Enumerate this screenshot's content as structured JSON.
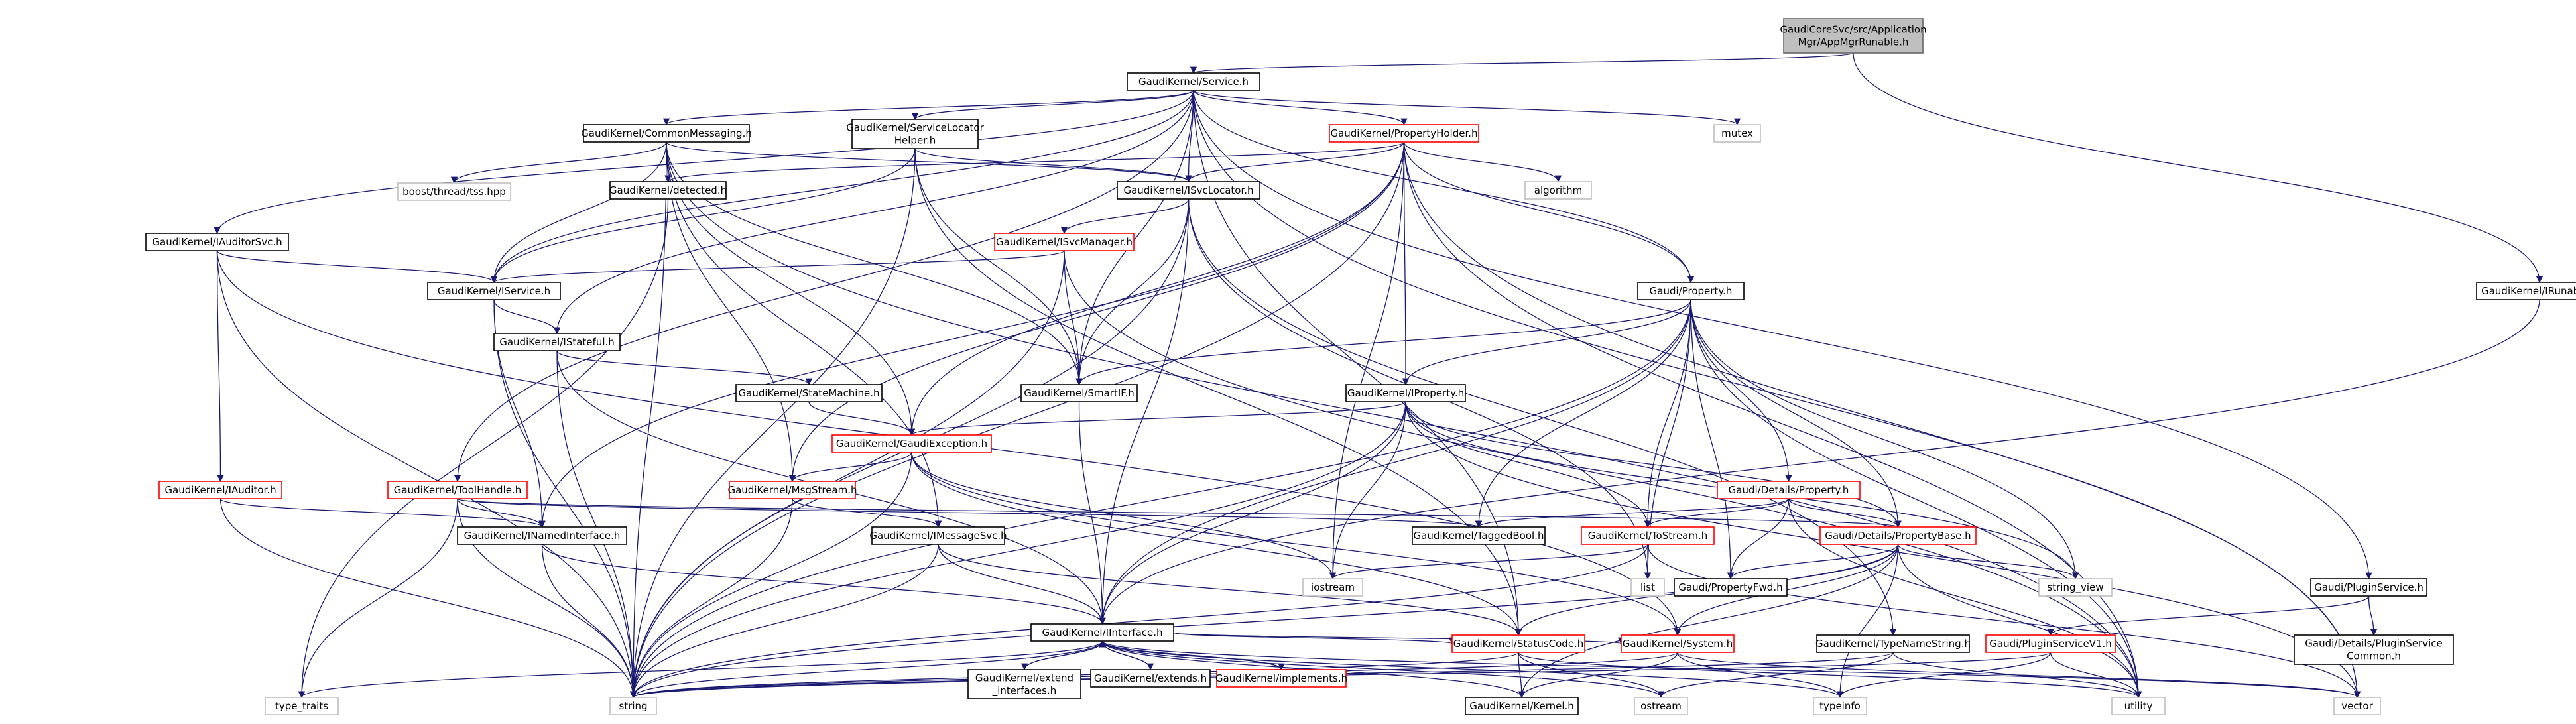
{
  "colors": {
    "edge": "#191970",
    "border_normal": "#000000",
    "border_red": "#ff0000",
    "border_grey": "#bfbfbf",
    "root_fill": "#bfbfbf"
  },
  "nodes": [
    {
      "id": "root",
      "lines": [
        "GaudiCoreSvc/src/Application",
        "Mgr/AppMgrRunable.h"
      ],
      "style": "root"
    },
    {
      "id": "service",
      "lines": [
        "GaudiKernel/Service.h"
      ],
      "style": "normal"
    },
    {
      "id": "commonmsg",
      "lines": [
        "GaudiKernel/CommonMessaging.h"
      ],
      "style": "normal"
    },
    {
      "id": "svclocatorhelper",
      "lines": [
        "GaudiKernel/ServiceLocator",
        "Helper.h"
      ],
      "style": "normal"
    },
    {
      "id": "propholder",
      "lines": [
        "GaudiKernel/PropertyHolder.h"
      ],
      "style": "red"
    },
    {
      "id": "mutex",
      "lines": [
        "mutex"
      ],
      "style": "grey"
    },
    {
      "id": "boost",
      "lines": [
        "boost/thread/tss.hpp"
      ],
      "style": "grey"
    },
    {
      "id": "detected",
      "lines": [
        "GaudiKernel/detected.h"
      ],
      "style": "normal"
    },
    {
      "id": "isvclocator",
      "lines": [
        "GaudiKernel/ISvcLocator.h"
      ],
      "style": "normal"
    },
    {
      "id": "algorithm",
      "lines": [
        "algorithm"
      ],
      "style": "grey"
    },
    {
      "id": "iauditorsvc",
      "lines": [
        "GaudiKernel/IAuditorSvc.h"
      ],
      "style": "normal"
    },
    {
      "id": "isvcmanager",
      "lines": [
        "GaudiKernel/ISvcManager.h"
      ],
      "style": "red"
    },
    {
      "id": "iservice",
      "lines": [
        "GaudiKernel/IService.h"
      ],
      "style": "normal"
    },
    {
      "id": "istateful",
      "lines": [
        "GaudiKernel/IStateful.h"
      ],
      "style": "normal"
    },
    {
      "id": "irunable",
      "lines": [
        "GaudiKernel/IRunable.h"
      ],
      "style": "normal"
    },
    {
      "id": "property",
      "lines": [
        "Gaudi/Property.h"
      ],
      "style": "normal"
    },
    {
      "id": "statemachine",
      "lines": [
        "GaudiKernel/StateMachine.h"
      ],
      "style": "normal"
    },
    {
      "id": "smartif",
      "lines": [
        "GaudiKernel/SmartIF.h"
      ],
      "style": "normal"
    },
    {
      "id": "iproperty",
      "lines": [
        "GaudiKernel/IProperty.h"
      ],
      "style": "normal"
    },
    {
      "id": "gaudiexception",
      "lines": [
        "GaudiKernel/GaudiException.h"
      ],
      "style": "red"
    },
    {
      "id": "iauditor",
      "lines": [
        "GaudiKernel/IAuditor.h"
      ],
      "style": "red"
    },
    {
      "id": "toolhandle",
      "lines": [
        "GaudiKernel/ToolHandle.h"
      ],
      "style": "red"
    },
    {
      "id": "msgstream",
      "lines": [
        "GaudiKernel/MsgStream.h"
      ],
      "style": "red"
    },
    {
      "id": "detprop",
      "lines": [
        "Gaudi/Details/Property.h"
      ],
      "style": "red"
    },
    {
      "id": "taggedbool",
      "lines": [
        "GaudiKernel/TaggedBool.h"
      ],
      "style": "normal"
    },
    {
      "id": "tostream",
      "lines": [
        "GaudiKernel/ToStream.h"
      ],
      "style": "red"
    },
    {
      "id": "propbase",
      "lines": [
        "Gaudi/Details/PropertyBase.h"
      ],
      "style": "red"
    },
    {
      "id": "inamed",
      "lines": [
        "GaudiKernel/INamedInterface.h"
      ],
      "style": "normal"
    },
    {
      "id": "imessagesvc",
      "lines": [
        "GaudiKernel/IMessageSvc.h"
      ],
      "style": "normal"
    },
    {
      "id": "iostream",
      "lines": [
        "iostream"
      ],
      "style": "grey"
    },
    {
      "id": "list",
      "lines": [
        "list"
      ],
      "style": "grey"
    },
    {
      "id": "propfwd",
      "lines": [
        "Gaudi/PropertyFwd.h"
      ],
      "style": "normal"
    },
    {
      "id": "stringview",
      "lines": [
        "string_view"
      ],
      "style": "grey"
    },
    {
      "id": "pluginservice",
      "lines": [
        "Gaudi/PluginService.h"
      ],
      "style": "normal"
    },
    {
      "id": "iinterface",
      "lines": [
        "GaudiKernel/IInterface.h"
      ],
      "style": "normal"
    },
    {
      "id": "typenamestring",
      "lines": [
        "GaudiKernel/TypeNameString.h"
      ],
      "style": "normal"
    },
    {
      "id": "pluginservicev1",
      "lines": [
        "Gaudi/PluginServiceV1.h"
      ],
      "style": "red"
    },
    {
      "id": "pscommon",
      "lines": [
        "Gaudi/Details/PluginService",
        "Common.h"
      ],
      "style": "normal"
    },
    {
      "id": "extendinterfaces",
      "lines": [
        "GaudiKernel/extend",
        "_interfaces.h"
      ],
      "style": "normal"
    },
    {
      "id": "extends",
      "lines": [
        "GaudiKernel/extends.h"
      ],
      "style": "normal"
    },
    {
      "id": "implements",
      "lines": [
        "GaudiKernel/implements.h"
      ],
      "style": "red"
    },
    {
      "id": "statuscode",
      "lines": [
        "GaudiKernel/StatusCode.h"
      ],
      "style": "red"
    },
    {
      "id": "system",
      "lines": [
        "GaudiKernel/System.h"
      ],
      "style": "red"
    },
    {
      "id": "typetraits",
      "lines": [
        "type_traits"
      ],
      "style": "grey"
    },
    {
      "id": "string",
      "lines": [
        "string"
      ],
      "style": "grey"
    },
    {
      "id": "kernel",
      "lines": [
        "GaudiKernel/Kernel.h"
      ],
      "style": "normal"
    },
    {
      "id": "ostream",
      "lines": [
        "ostream"
      ],
      "style": "grey"
    },
    {
      "id": "typeinfo",
      "lines": [
        "typeinfo"
      ],
      "style": "grey"
    },
    {
      "id": "utility",
      "lines": [
        "utility"
      ],
      "style": "grey"
    },
    {
      "id": "vector",
      "lines": [
        "vector"
      ],
      "style": "grey"
    }
  ],
  "edges": [
    [
      "root",
      "service"
    ],
    [
      "root",
      "irunable"
    ],
    [
      "service",
      "commonmsg"
    ],
    [
      "service",
      "svclocatorhelper"
    ],
    [
      "service",
      "propholder"
    ],
    [
      "service",
      "mutex"
    ],
    [
      "service",
      "isvclocator"
    ],
    [
      "service",
      "iauditorsvc"
    ],
    [
      "service",
      "iservice"
    ],
    [
      "service",
      "property"
    ],
    [
      "service",
      "smartif"
    ],
    [
      "service",
      "istateful"
    ],
    [
      "service",
      "toolhandle"
    ],
    [
      "service",
      "pluginservice"
    ],
    [
      "service",
      "vector"
    ],
    [
      "service",
      "statuscode"
    ],
    [
      "commonmsg",
      "boost"
    ],
    [
      "commonmsg",
      "detected"
    ],
    [
      "commonmsg",
      "isvclocator"
    ],
    [
      "commonmsg",
      "iservice"
    ],
    [
      "commonmsg",
      "smartif"
    ],
    [
      "commonmsg",
      "msgstream"
    ],
    [
      "commonmsg",
      "imessagesvc"
    ],
    [
      "commonmsg",
      "gaudiexception"
    ],
    [
      "commonmsg",
      "string"
    ],
    [
      "commonmsg",
      "utility"
    ],
    [
      "svclocatorhelper",
      "isvclocator"
    ],
    [
      "svclocatorhelper",
      "iservice"
    ],
    [
      "svclocatorhelper",
      "smartif"
    ],
    [
      "svclocatorhelper",
      "statuscode"
    ],
    [
      "svclocatorhelper",
      "string"
    ],
    [
      "propholder",
      "algorithm"
    ],
    [
      "propholder",
      "isvclocator"
    ],
    [
      "propholder",
      "detected"
    ],
    [
      "propholder",
      "iproperty"
    ],
    [
      "propholder",
      "property"
    ],
    [
      "propholder",
      "inamed"
    ],
    [
      "propholder",
      "gaudiexception"
    ],
    [
      "propholder",
      "iostream"
    ],
    [
      "propholder",
      "string"
    ],
    [
      "propholder",
      "utility"
    ],
    [
      "propholder",
      "vector"
    ],
    [
      "propholder",
      "msgstream"
    ],
    [
      "detected",
      "typetraits"
    ],
    [
      "isvclocator",
      "isvcmanager"
    ],
    [
      "isvclocator",
      "smartif"
    ],
    [
      "isvclocator",
      "iinterface"
    ],
    [
      "isvclocator",
      "list"
    ],
    [
      "isvclocator",
      "string"
    ],
    [
      "isvclocator",
      "typenamestring"
    ],
    [
      "iauditorsvc",
      "iservice"
    ],
    [
      "iauditorsvc",
      "iauditor"
    ],
    [
      "iauditorsvc",
      "string"
    ],
    [
      "iauditorsvc",
      "system"
    ],
    [
      "isvcmanager",
      "iservice"
    ],
    [
      "isvcmanager",
      "smartif"
    ],
    [
      "isvcmanager",
      "string"
    ],
    [
      "isvcmanager",
      "utility"
    ],
    [
      "iservice",
      "istateful"
    ],
    [
      "iservice",
      "inamed"
    ],
    [
      "iservice",
      "string"
    ],
    [
      "istateful",
      "statemachine"
    ],
    [
      "istateful",
      "iinterface"
    ],
    [
      "istateful",
      "string"
    ],
    [
      "irunable",
      "iinterface"
    ],
    [
      "property",
      "iproperty"
    ],
    [
      "property",
      "detprop"
    ],
    [
      "property",
      "propbase"
    ],
    [
      "property",
      "tostream"
    ],
    [
      "property",
      "propfwd"
    ],
    [
      "property",
      "smartif"
    ],
    [
      "property",
      "taggedbool"
    ],
    [
      "property",
      "stringview"
    ],
    [
      "property",
      "utility"
    ],
    [
      "property",
      "iinterface"
    ],
    [
      "property",
      "list"
    ],
    [
      "property",
      "string"
    ],
    [
      "statemachine",
      "gaudiexception"
    ],
    [
      "smartif",
      "iinterface"
    ],
    [
      "iproperty",
      "iinterface"
    ],
    [
      "iproperty",
      "gaudiexception"
    ],
    [
      "iproperty",
      "tostream"
    ],
    [
      "iproperty",
      "propbase"
    ],
    [
      "iproperty",
      "iostream"
    ],
    [
      "iproperty",
      "string"
    ],
    [
      "iproperty",
      "vector"
    ],
    [
      "iproperty",
      "stringview"
    ],
    [
      "gaudiexception",
      "msgstream"
    ],
    [
      "gaudiexception",
      "statuscode"
    ],
    [
      "gaudiexception",
      "system"
    ],
    [
      "gaudiexception",
      "string"
    ],
    [
      "gaudiexception",
      "iostream"
    ],
    [
      "iauditor",
      "inamed"
    ],
    [
      "iauditor",
      "string"
    ],
    [
      "toolhandle",
      "inamed"
    ],
    [
      "toolhandle",
      "taggedbool"
    ],
    [
      "toolhandle",
      "typetraits"
    ],
    [
      "toolhandle",
      "string"
    ],
    [
      "toolhandle",
      "propbase"
    ],
    [
      "msgstream",
      "imessagesvc"
    ],
    [
      "msgstream",
      "string"
    ],
    [
      "detprop",
      "taggedbool"
    ],
    [
      "detprop",
      "tostream"
    ],
    [
      "detprop",
      "propbase"
    ],
    [
      "detprop",
      "propfwd"
    ],
    [
      "detprop",
      "utility"
    ],
    [
      "tostream",
      "iostream"
    ],
    [
      "tostream",
      "list"
    ],
    [
      "tostream",
      "string"
    ],
    [
      "tostream",
      "vector"
    ],
    [
      "propbase",
      "propfwd"
    ],
    [
      "propbase",
      "stringview"
    ],
    [
      "propbase",
      "statuscode"
    ],
    [
      "propbase",
      "system"
    ],
    [
      "propbase",
      "utility"
    ],
    [
      "propbase",
      "typeinfo"
    ],
    [
      "propbase",
      "string"
    ],
    [
      "propbase",
      "kernel"
    ],
    [
      "inamed",
      "iinterface"
    ],
    [
      "inamed",
      "string"
    ],
    [
      "imessagesvc",
      "iinterface"
    ],
    [
      "imessagesvc",
      "string"
    ],
    [
      "imessagesvc",
      "statuscode"
    ],
    [
      "pluginservice",
      "pluginservicev1"
    ],
    [
      "pluginservice",
      "pscommon"
    ],
    [
      "iinterface",
      "extendinterfaces"
    ],
    [
      "iinterface",
      "extends"
    ],
    [
      "iinterface",
      "implements"
    ],
    [
      "iinterface",
      "statuscode"
    ],
    [
      "iinterface",
      "system"
    ],
    [
      "iinterface",
      "kernel"
    ],
    [
      "iinterface",
      "typetraits"
    ],
    [
      "iinterface",
      "string"
    ],
    [
      "iinterface",
      "ostream"
    ],
    [
      "iinterface",
      "typeinfo"
    ],
    [
      "iinterface",
      "vector"
    ],
    [
      "typenamestring",
      "string"
    ],
    [
      "typenamestring",
      "utility"
    ],
    [
      "typenamestring",
      "ostream"
    ],
    [
      "pluginservicev1",
      "string"
    ],
    [
      "pluginservicev1",
      "typeinfo"
    ],
    [
      "pluginservicev1",
      "utility"
    ],
    [
      "extendinterfaces",
      "iinterface"
    ],
    [
      "extends",
      "iinterface"
    ],
    [
      "implements",
      "iinterface"
    ],
    [
      "statuscode",
      "kernel"
    ],
    [
      "statuscode",
      "string"
    ],
    [
      "statuscode",
      "ostream"
    ],
    [
      "statuscode",
      "utility"
    ],
    [
      "system",
      "kernel"
    ],
    [
      "system",
      "string"
    ],
    [
      "system",
      "typeinfo"
    ],
    [
      "system",
      "vector"
    ]
  ]
}
